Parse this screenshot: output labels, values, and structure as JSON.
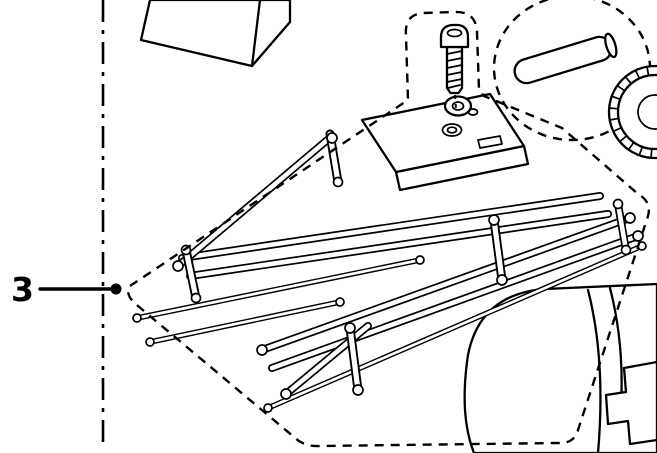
{
  "figure": {
    "type": "exploded-parts-diagram",
    "background_color": "#ffffff",
    "line_color": "#000000",
    "callout": {
      "label": "3"
    },
    "parts": [
      "cover-box",
      "shoulder-screw",
      "thumb-nut",
      "mounting-plate",
      "linkage-assembly",
      "pin-shaft",
      "gear",
      "motor",
      "motor-bracket"
    ]
  }
}
